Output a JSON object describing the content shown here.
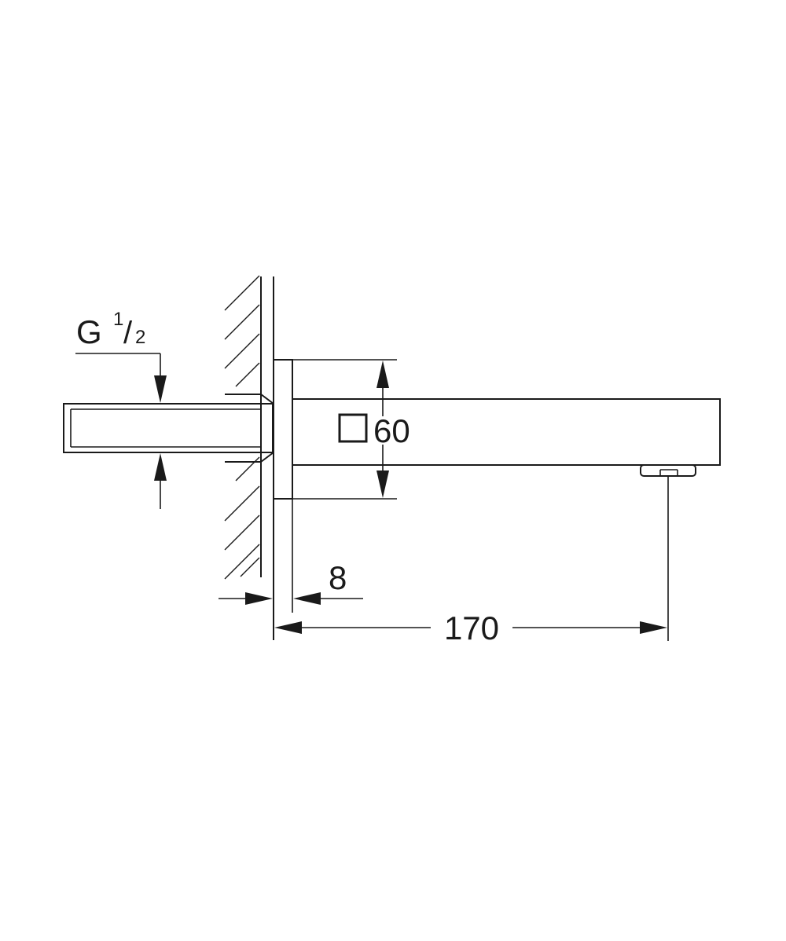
{
  "thread": {
    "letter": "G",
    "numerator": "1",
    "slash": "/",
    "denominator": "2"
  },
  "square_size": "60",
  "wall_gap": "8",
  "projection": "170"
}
